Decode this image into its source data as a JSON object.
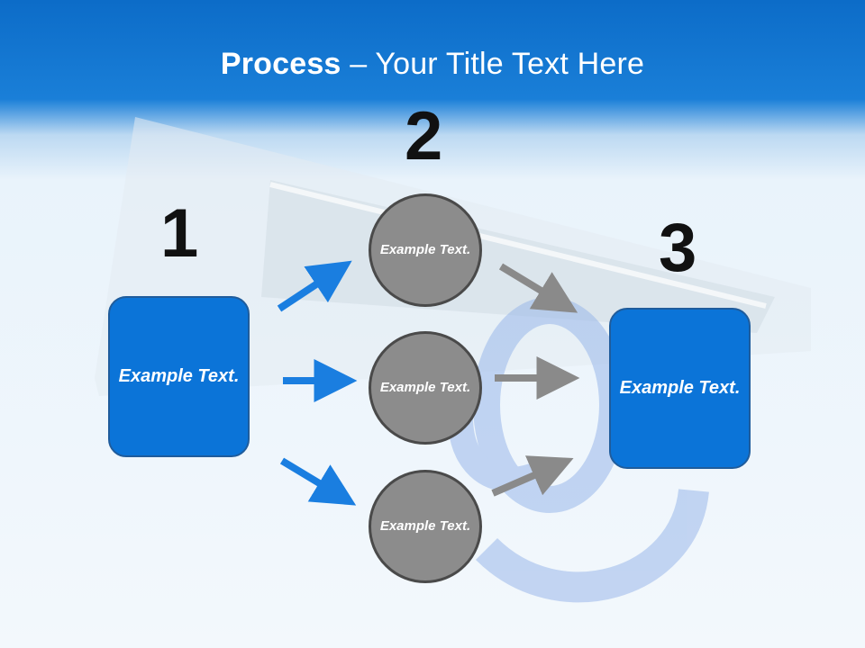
{
  "slide": {
    "title_bold": "Process",
    "title_rest": " – Your Title Text Here",
    "step_numbers": [
      "1",
      "2",
      "3"
    ],
    "left_box": "Example Text.",
    "right_box": "Example Text.",
    "circles": [
      "Example Text.",
      "Example Text.",
      "Example Text."
    ]
  },
  "colors": {
    "header_blue": "#0c6cc8",
    "box_blue": "#0b74d8",
    "arrow_blue": "#1a7ee0",
    "arrow_gray": "#8a8a8a",
    "circle_gray": "#8c8c8c"
  }
}
